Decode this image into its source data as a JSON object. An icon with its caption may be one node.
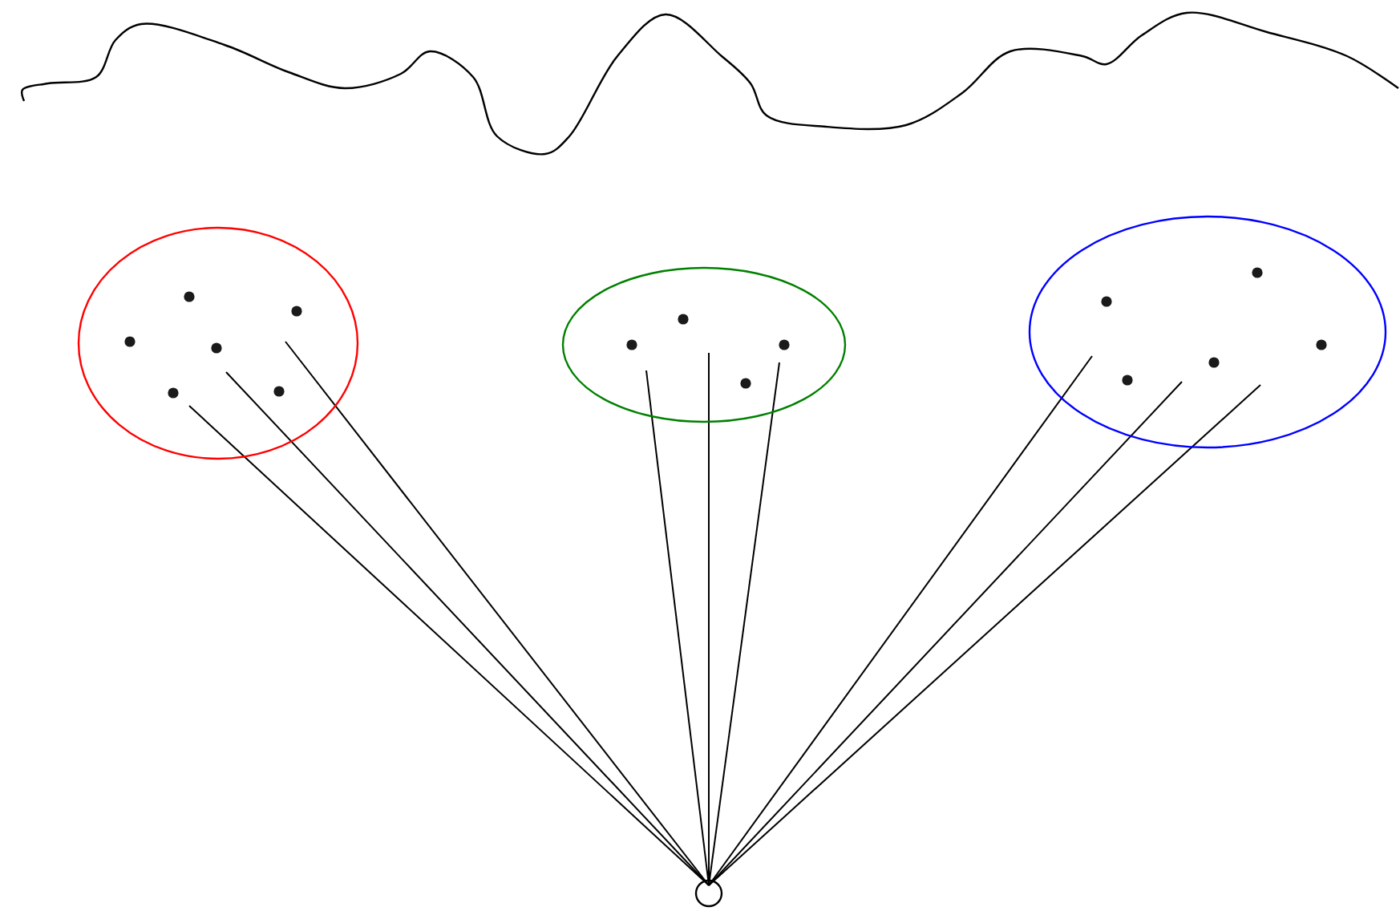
{
  "diagram": {
    "nodes": [
      {
        "text": [],
        "shape": "ellipse"
      },
      {
        "text": [],
        "shape": "ellipse"
      },
      {
        "text": [],
        "shape": "ellipse"
      },
      {
        "text": [],
        "shape": "circle"
      }
    ],
    "edges": [
      {
        "from": 3,
        "to": 0,
        "arrow": "none"
      },
      {
        "from": 3,
        "to": 0,
        "arrow": "none"
      },
      {
        "from": 3,
        "to": 0,
        "arrow": "none"
      },
      {
        "from": 3,
        "to": 1,
        "arrow": "none"
      },
      {
        "from": 3,
        "to": 1,
        "arrow": "none"
      },
      {
        "from": 3,
        "to": 1,
        "arrow": "none"
      },
      {
        "from": 3,
        "to": 2,
        "arrow": "none"
      },
      {
        "from": 3,
        "to": 2,
        "arrow": "none"
      },
      {
        "from": 3,
        "to": 2,
        "arrow": "none"
      }
    ]
  }
}
